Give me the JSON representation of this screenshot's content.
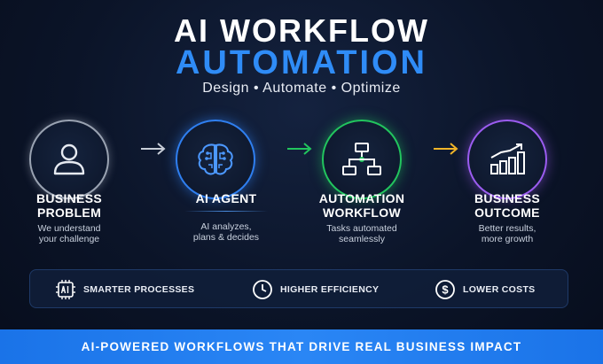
{
  "header": {
    "title_line1": "AI WORKFLOW",
    "title_line2": "AUTOMATION",
    "tagline": "Design • Automate • Optimize"
  },
  "steps": [
    {
      "title_line1": "BUSINESS",
      "title_line2": "PROBLEM",
      "desc_line1": "We understand",
      "desc_line2": "your challenge",
      "icon": "person-icon",
      "ring_color": "#9aa3b2"
    },
    {
      "title_line1": "AI AGENT",
      "title_line2": "",
      "desc_line1": "AI analyzes,",
      "desc_line2": "plans & decides",
      "icon": "brain-circuit-icon",
      "ring_color": "#2f7ff0"
    },
    {
      "title_line1": "AUTOMATION",
      "title_line2": "WORKFLOW",
      "desc_line1": "Tasks automated",
      "desc_line2": "seamlessly",
      "icon": "workflow-icon",
      "ring_color": "#22c55e"
    },
    {
      "title_line1": "BUSINESS",
      "title_line2": "OUTCOME",
      "desc_line1": "Better results,",
      "desc_line2": "more growth",
      "icon": "growth-chart-icon",
      "ring_color": "#9b5cf0"
    }
  ],
  "arrows": [
    {
      "icon": "arrow-right-icon",
      "color": "#c8ced8"
    },
    {
      "icon": "arrow-right-icon",
      "color": "#22c55e"
    },
    {
      "icon": "arrow-right-icon",
      "color": "#f0b429"
    }
  ],
  "benefits": [
    {
      "label": "SMARTER PROCESSES",
      "icon": "ai-chip-icon"
    },
    {
      "label": "HIGHER EFFICIENCY",
      "icon": "clock-icon"
    },
    {
      "label": "LOWER COSTS",
      "icon": "dollar-icon"
    }
  ],
  "footer": {
    "text": "AI-POWERED WORKFLOWS THAT DRIVE REAL BUSINESS IMPACT"
  },
  "colors": {
    "accent_blue": "#2f8cf7",
    "footer_blue": "#1a73e8",
    "background": "#0b1428"
  }
}
